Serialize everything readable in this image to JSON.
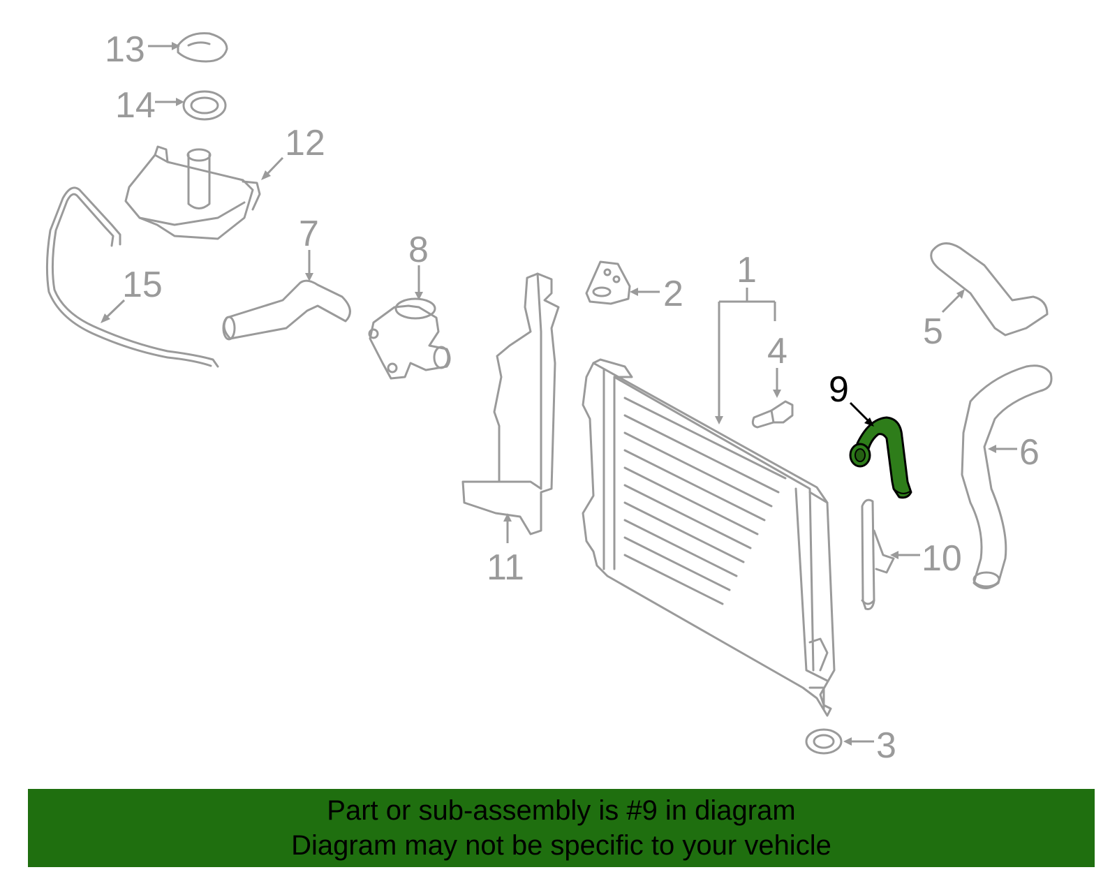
{
  "diagram": {
    "callouts": [
      {
        "id": "1",
        "label": "1"
      },
      {
        "id": "2",
        "label": "2"
      },
      {
        "id": "3",
        "label": "3"
      },
      {
        "id": "4",
        "label": "4"
      },
      {
        "id": "5",
        "label": "5"
      },
      {
        "id": "6",
        "label": "6"
      },
      {
        "id": "7",
        "label": "7"
      },
      {
        "id": "8",
        "label": "8"
      },
      {
        "id": "9",
        "label": "9"
      },
      {
        "id": "10",
        "label": "10"
      },
      {
        "id": "11",
        "label": "11"
      },
      {
        "id": "12",
        "label": "12"
      },
      {
        "id": "13",
        "label": "13"
      },
      {
        "id": "14",
        "label": "14"
      },
      {
        "id": "15",
        "label": "15"
      }
    ],
    "highlighted_part": "9"
  },
  "colors": {
    "part_lines": "#9a9a9a",
    "highlight": "#2e7d1a",
    "banner": "#1f6f0f"
  },
  "banner": {
    "line1": "Part or sub-assembly is #9 in diagram",
    "line2": "Diagram may not be specific to your vehicle"
  }
}
